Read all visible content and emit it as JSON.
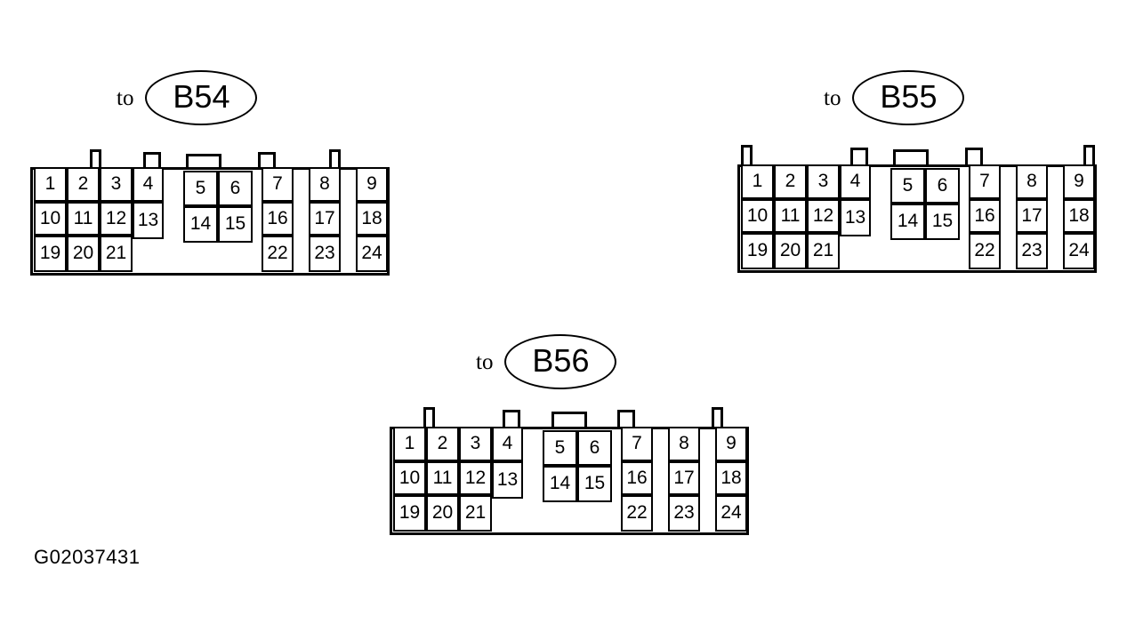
{
  "figure": {
    "reference_code": "G02037431",
    "background_color": "#ffffff",
    "line_color": "#000000"
  },
  "connectors": [
    {
      "id": "b54",
      "caption_prefix": "to",
      "caption_label": "B54",
      "pin_count": 24,
      "rows": [
        [
          "1",
          "2",
          "3",
          "4",
          "5",
          "6",
          "7",
          "8",
          "9"
        ],
        [
          "10",
          "11",
          "12",
          "13",
          "14",
          "15",
          "16",
          "17",
          "18"
        ],
        [
          "19",
          "20",
          "21",
          "",
          "",
          "",
          "22",
          "23",
          "24"
        ]
      ]
    },
    {
      "id": "b55",
      "caption_prefix": "to",
      "caption_label": "B55",
      "pin_count": 24,
      "rows": [
        [
          "1",
          "2",
          "3",
          "4",
          "5",
          "6",
          "7",
          "8",
          "9"
        ],
        [
          "10",
          "11",
          "12",
          "13",
          "14",
          "15",
          "16",
          "17",
          "18"
        ],
        [
          "19",
          "20",
          "21",
          "",
          "",
          "",
          "22",
          "23",
          "24"
        ]
      ]
    },
    {
      "id": "b56",
      "caption_prefix": "to",
      "caption_label": "B56",
      "pin_count": 24,
      "rows": [
        [
          "1",
          "2",
          "3",
          "4",
          "5",
          "6",
          "7",
          "8",
          "9"
        ],
        [
          "10",
          "11",
          "12",
          "13",
          "14",
          "15",
          "16",
          "17",
          "18"
        ],
        [
          "19",
          "20",
          "21",
          "",
          "",
          "",
          "22",
          "23",
          "24"
        ]
      ]
    }
  ]
}
